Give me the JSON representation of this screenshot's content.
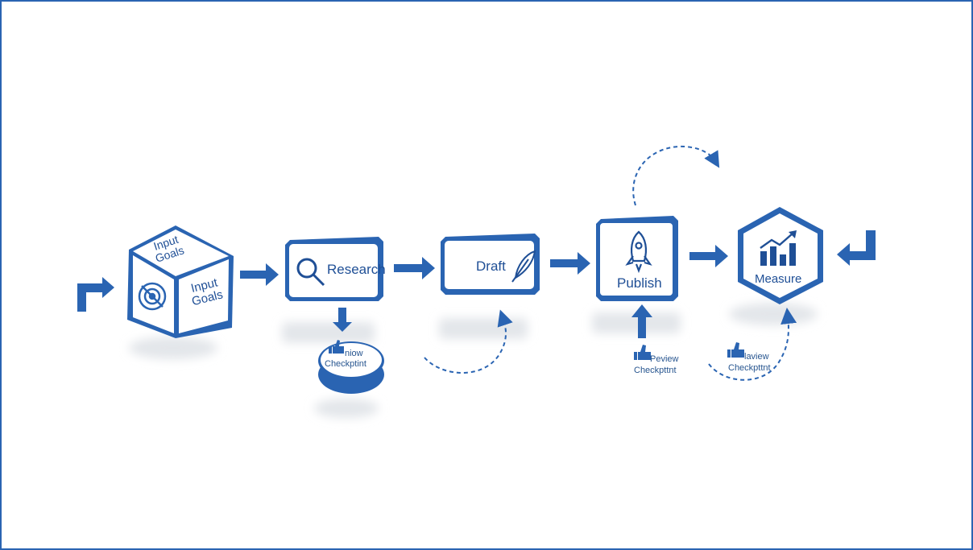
{
  "colors": {
    "accent": "#2a64b2",
    "dark": "#1f4f96",
    "shadow": "#e3e6ea"
  },
  "nodes": {
    "input": {
      "label_top": "Input\nGoals",
      "label_front": "Input\nGoals",
      "icon": "target-icon"
    },
    "research": {
      "label": "Research",
      "icon": "search-icon"
    },
    "draft": {
      "label": "Draft",
      "icon": "feather-icon"
    },
    "publish": {
      "label": "Publish",
      "icon": "rocket-icon"
    },
    "measure": {
      "label": "Measure",
      "icon": "bar-chart-icon"
    }
  },
  "checkpoints": {
    "research": {
      "line1": "niow",
      "line2": "Checkptint",
      "icon": "thumbs-up-icon"
    },
    "publish": {
      "line1": "Peview",
      "line2": "Checkpttnt",
      "icon": "thumbs-up-icon"
    },
    "measure": {
      "line1": "laview",
      "line2": "Checkpttnt",
      "icon": "thumbs-up-icon"
    }
  }
}
